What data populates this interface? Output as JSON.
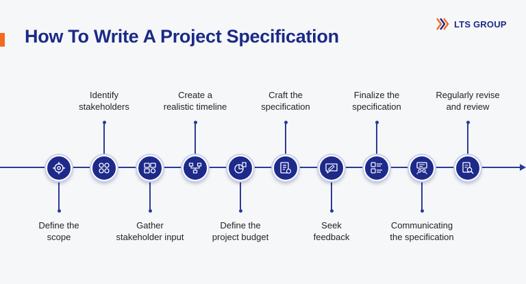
{
  "header": {
    "title": "How To Write A Project Specification",
    "logo_text": "LTS GROUP"
  },
  "colors": {
    "primary": "#1b2a86",
    "accent": "#f26b21",
    "background": "#f6f7f9"
  },
  "steps": [
    {
      "line1": "Define the",
      "line2": "scope",
      "icon": "target-icon"
    },
    {
      "line1": "Identify",
      "line2": "stakeholders",
      "icon": "stakeholders-icon"
    },
    {
      "line1": "Gather",
      "line2": "stakeholder input",
      "icon": "input-gathering-icon"
    },
    {
      "line1": "Create a",
      "line2": "realistic timeline",
      "icon": "timeline-icon"
    },
    {
      "line1": "Define the",
      "line2": "project budget",
      "icon": "budget-icon"
    },
    {
      "line1": "Craft the",
      "line2": "specification",
      "icon": "document-edit-icon"
    },
    {
      "line1": "Seek",
      "line2": "feedback",
      "icon": "feedback-icon"
    },
    {
      "line1": "Finalize the",
      "line2": "specification",
      "icon": "checklist-icon"
    },
    {
      "line1": "Communicating",
      "line2": "the specification",
      "icon": "presentation-icon"
    },
    {
      "line1": "Regularly revise",
      "line2": "and review",
      "icon": "review-icon"
    }
  ]
}
